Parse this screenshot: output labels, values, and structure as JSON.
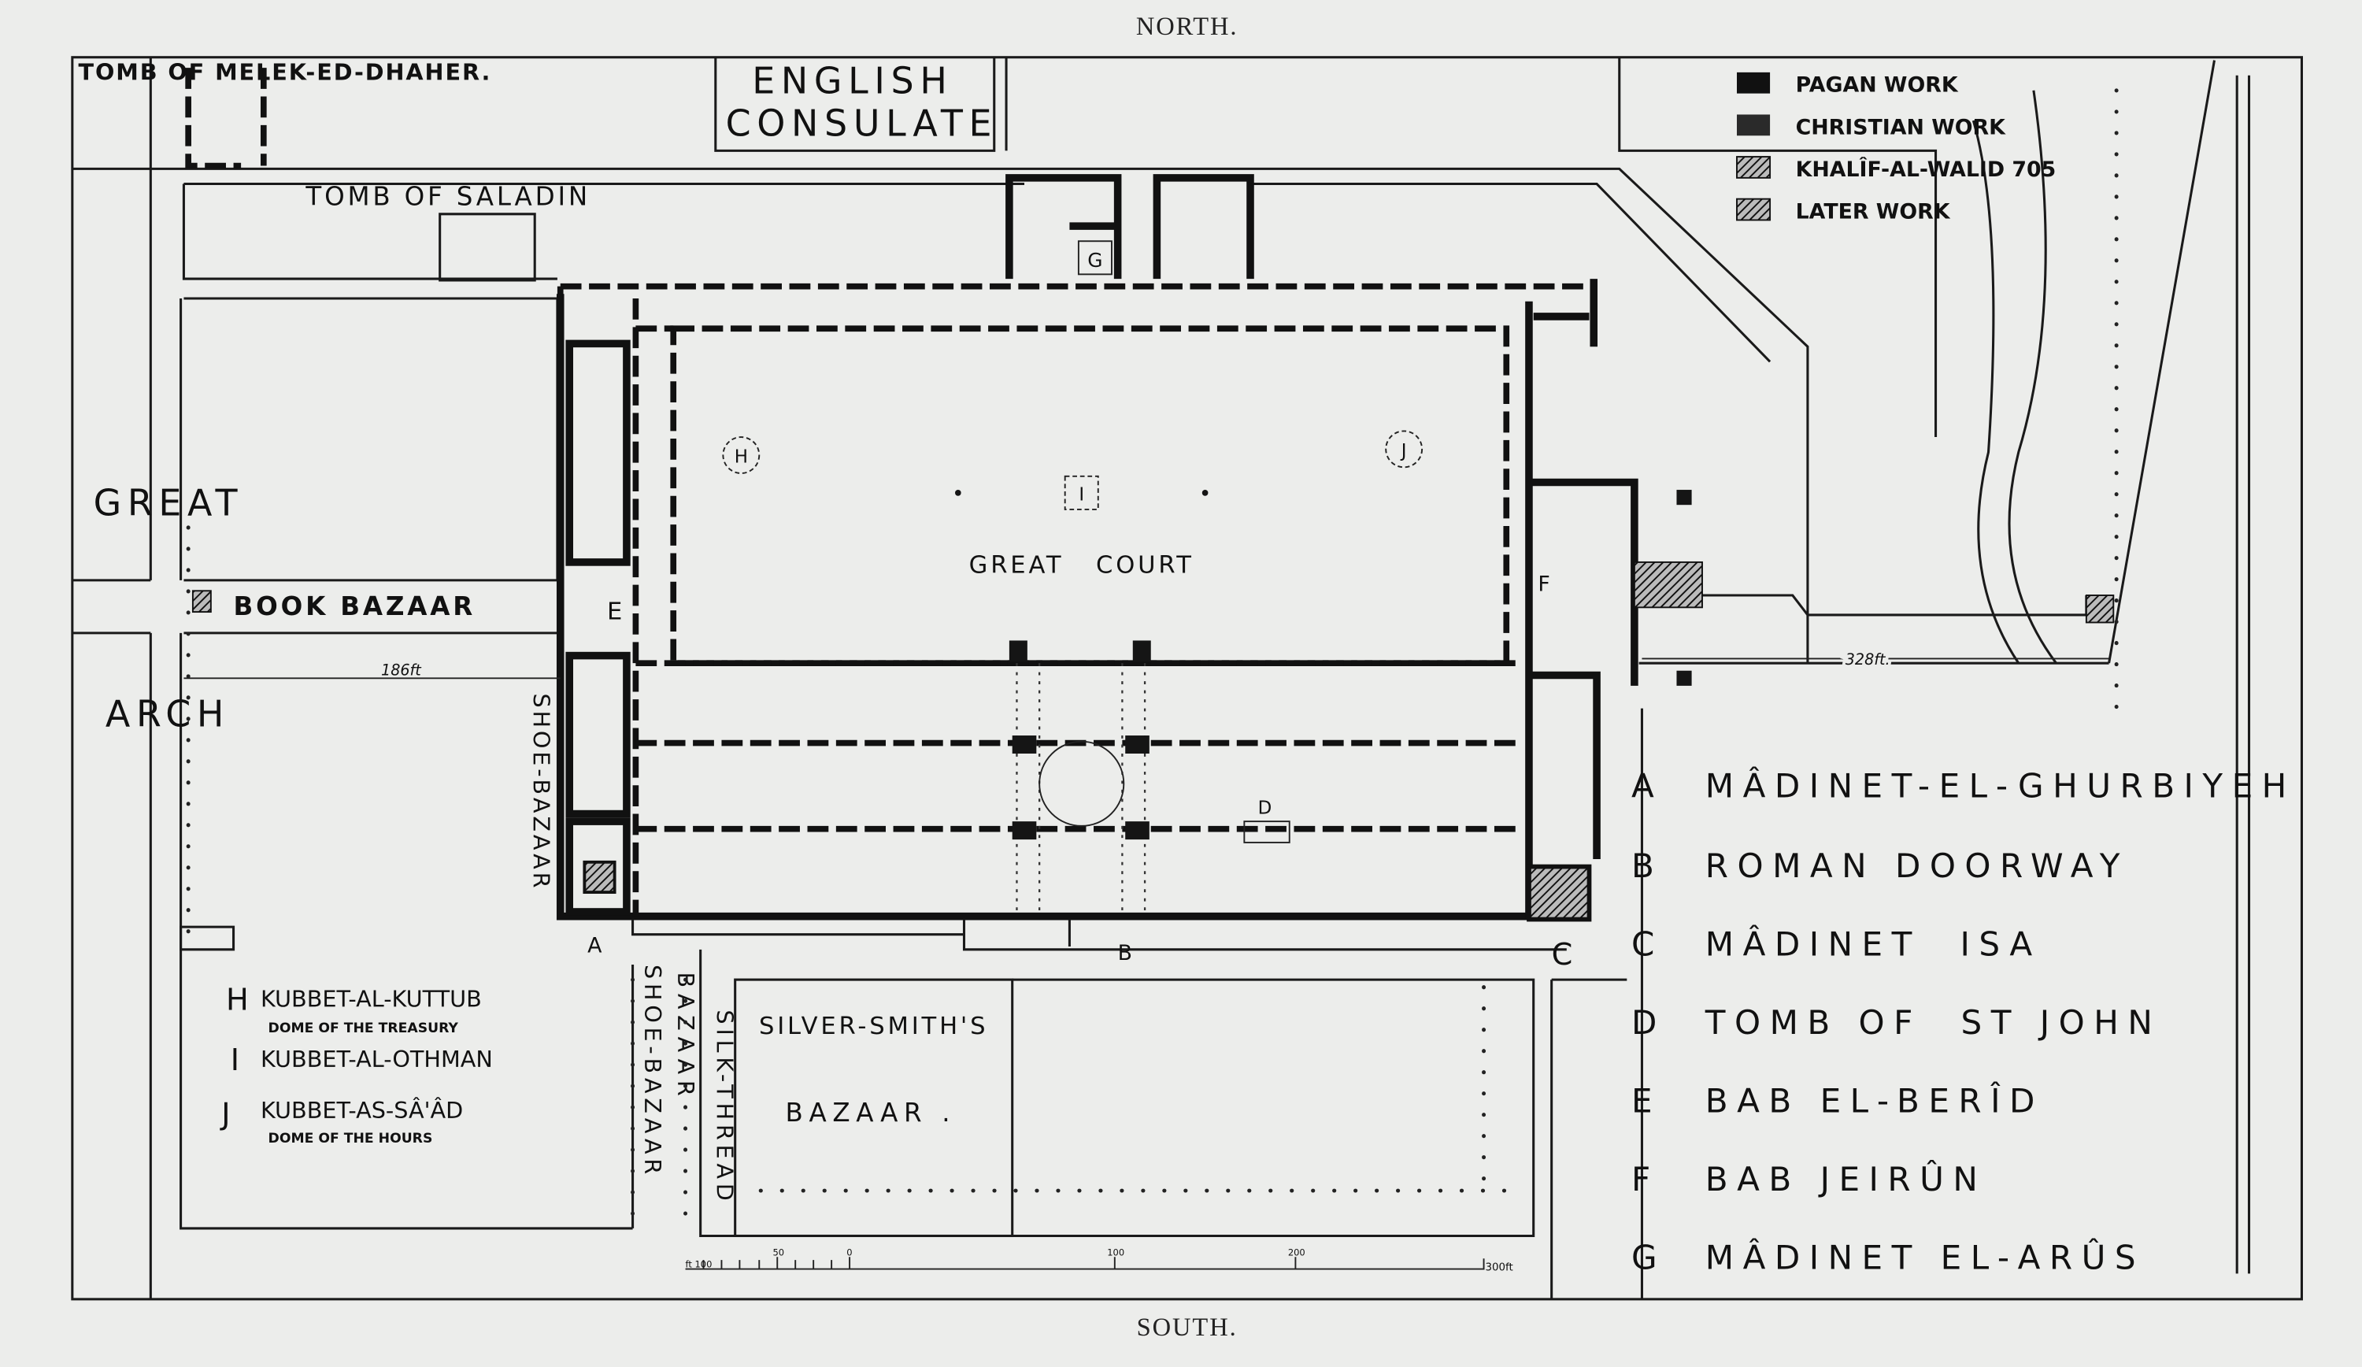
{
  "compass": {
    "north": "NORTH.",
    "south": "SOUTH."
  },
  "places": {
    "tomb_melek": "TOMB OF MELEK-ED-DHAHER.",
    "english_consulate_1": "ENGLISH",
    "english_consulate_2": "CONSULATE",
    "tomb_saladin": "TOMB OF SALADIN",
    "great": "GREAT",
    "arch": "ARCH",
    "book_bazaar": "BOOK BAZAAR",
    "great_court": "GREAT   COURT",
    "shoe_bazaar_1": "SHOE-BAZAAR",
    "shoe_bazaar_2": "SHOE-BAZAAR",
    "bazaar": "BAZAAR",
    "silk_thread": "SILK-THREAD",
    "silversmiths_1": "SILVER-SMITH'S",
    "silversmiths_2": "BAZAAR ."
  },
  "markers": {
    "A": "A",
    "B": "B",
    "C": "C",
    "D": "D",
    "E": "E",
    "F": "F",
    "G": "G",
    "H": "H",
    "I": "I",
    "J": "J"
  },
  "dimensions": {
    "left": "186ft",
    "right": "328ft."
  },
  "material_legend": [
    {
      "label": "PAGAN WORK",
      "color": "#111111"
    },
    {
      "label": "CHRISTIAN WORK",
      "color": "#2a2a2a"
    },
    {
      "label": "KHALÎF-AL-WALID 705",
      "color": "#3a3a3a"
    },
    {
      "label": "LATER WORK",
      "color": "#4a4a4a"
    }
  ],
  "key": [
    {
      "letter": "A",
      "name": "MÂDINET-EL-GHURBIYEH"
    },
    {
      "letter": "B",
      "name": "ROMAN DOORWAY"
    },
    {
      "letter": "C",
      "name": "MÂDINET  ISA"
    },
    {
      "letter": "D",
      "name": "TOMB OF  ST JOHN"
    },
    {
      "letter": "E",
      "name": "BAB EL-BERÎD"
    },
    {
      "letter": "F",
      "name": "BAB JEIRÛN"
    },
    {
      "letter": "G",
      "name": "MÂDINET EL-ARÛS"
    }
  ],
  "domes": [
    {
      "letter": "H",
      "name": "KUBBET-AL-KUTTUB",
      "note": "DOME OF THE TREASURY"
    },
    {
      "letter": "I",
      "name": "KUBBET-AL-OTHMAN",
      "note": ""
    },
    {
      "letter": "J",
      "name": "KUBBET-AS-SÂ'ÂD",
      "note": "DOME OF THE HOURS"
    }
  ],
  "scale_bar": {
    "labels": [
      "ft 100",
      "50",
      "0",
      "100",
      "200",
      "300ft"
    ]
  }
}
